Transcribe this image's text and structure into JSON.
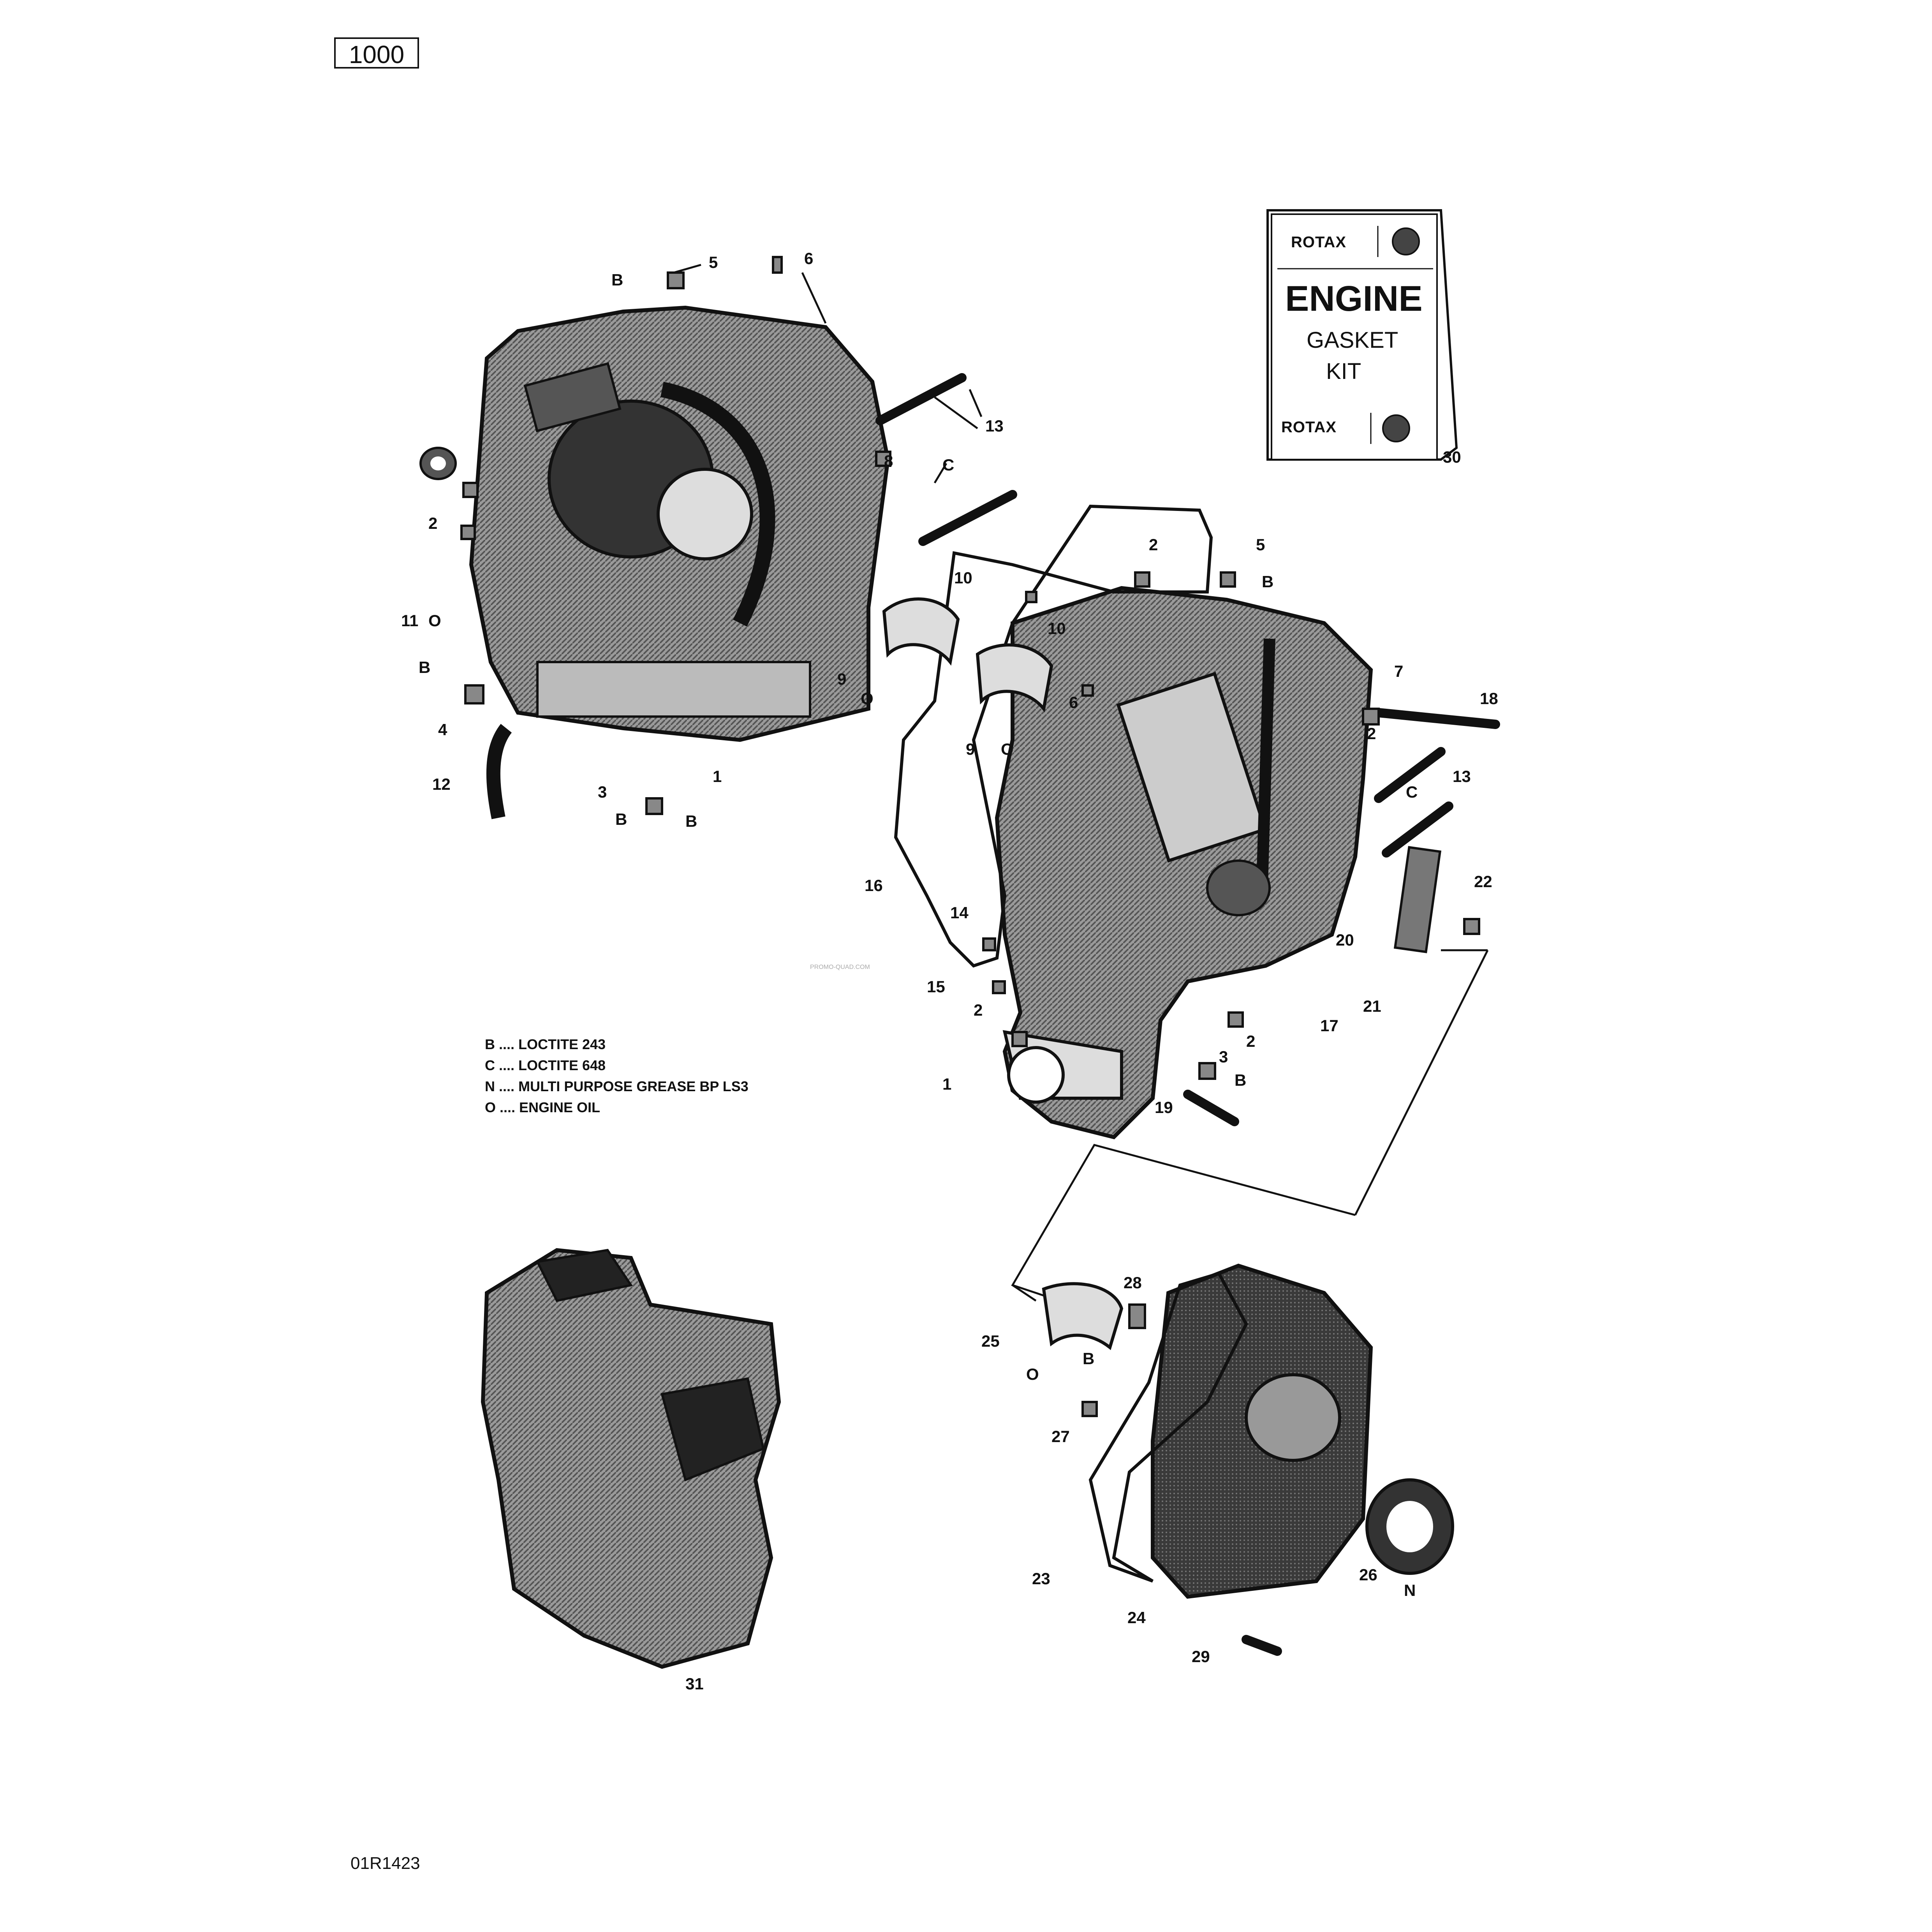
{
  "header": {
    "model_badge": "1000"
  },
  "footer": {
    "drawing_code": "01R1423"
  },
  "kit": {
    "brand_top": "ROTAX",
    "title": "ENGINE",
    "line1": "GASKET",
    "line2": "KIT",
    "brand_bottom": "ROTAX",
    "part_no": "30"
  },
  "legend": [
    {
      "code": "B",
      "text": "LOCTITE 243"
    },
    {
      "code": "C",
      "text": "LOCTITE 648"
    },
    {
      "code": "N",
      "text": "MULTI PURPOSE GREASE BP LS3"
    },
    {
      "code": "O",
      "text": "ENGINE OIL"
    }
  ],
  "part_labels": [
    "5",
    "6",
    "13",
    "8",
    "2",
    "11",
    "1",
    "4",
    "12",
    "3",
    "2",
    "10",
    "10",
    "9",
    "9",
    "6",
    "5",
    "7",
    "2",
    "18",
    "13",
    "16",
    "14",
    "15",
    "2",
    "22",
    "20",
    "21",
    "17",
    "2",
    "3",
    "19",
    "1",
    "28",
    "25",
    "27",
    "23",
    "24",
    "26",
    "29",
    "31"
  ],
  "symbol_labels": [
    "B",
    "C",
    "O",
    "B",
    "B",
    "B",
    "O",
    "O",
    "B",
    "C",
    "B",
    "B",
    "O",
    "N"
  ],
  "watermark": "PROMO-QUAD.COM"
}
